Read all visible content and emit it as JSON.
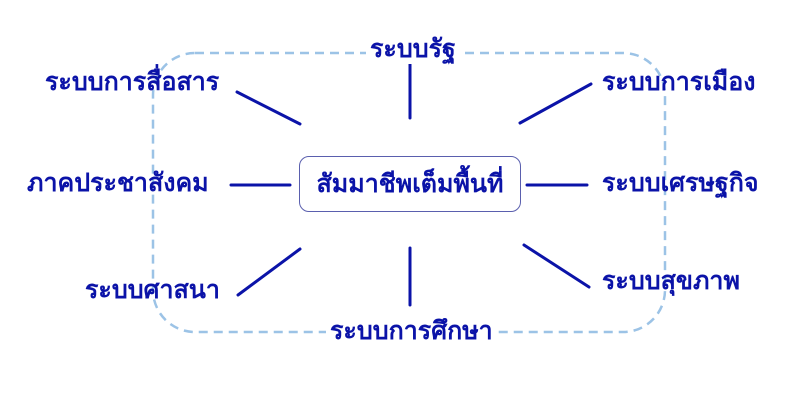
{
  "diagram": {
    "center": "สัมมาชีพเต็มพื้นที่",
    "nodes": {
      "top": "ระบบรัฐ",
      "top_left": "ระบบการสื่อสาร",
      "top_right": "ระบบการเมือง",
      "left": "ภาคประชาสังคม",
      "right": "ระบบเศรษฐกิจ",
      "bottom_left": "ระบบศาสนา",
      "bottom_right": "ระบบสุขภาพ",
      "bottom": "ระบบการศึกษา"
    },
    "colors": {
      "text": "#0b13a8",
      "connector": "#0b13a8",
      "dashed_border": "#9cc3e6",
      "center_border": "#5a5fae"
    }
  }
}
